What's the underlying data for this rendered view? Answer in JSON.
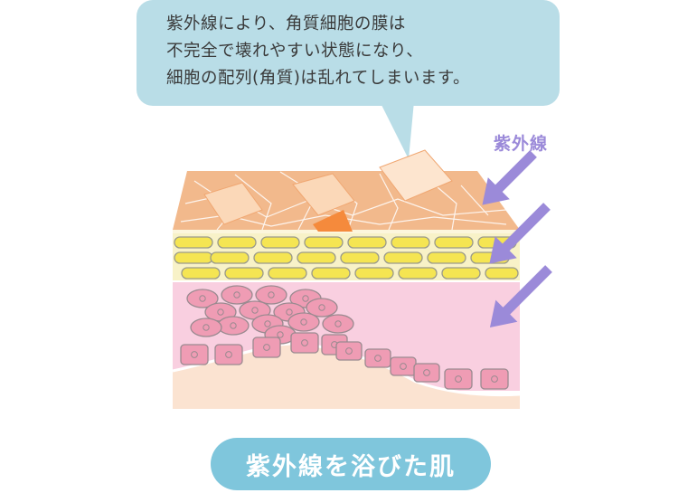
{
  "bubble": {
    "lines": [
      "紫外線により、角質細胞の膜は",
      "不完全で壊れやすい状態になり、",
      "細胞の配列(角質)は乱れてしまいます。"
    ]
  },
  "uv_label": "紫外線",
  "caption": "紫外線を浴びた肌",
  "colors": {
    "bubble": "#b9dde7",
    "stratum_corneum": "#f2b98c",
    "fat_cells": "#f5e552",
    "dermis": "#f9cfe0",
    "cells": "#ef9cb4",
    "uv_arrow": "#9b8ad9",
    "caption_pill": "#7fc6dc"
  }
}
